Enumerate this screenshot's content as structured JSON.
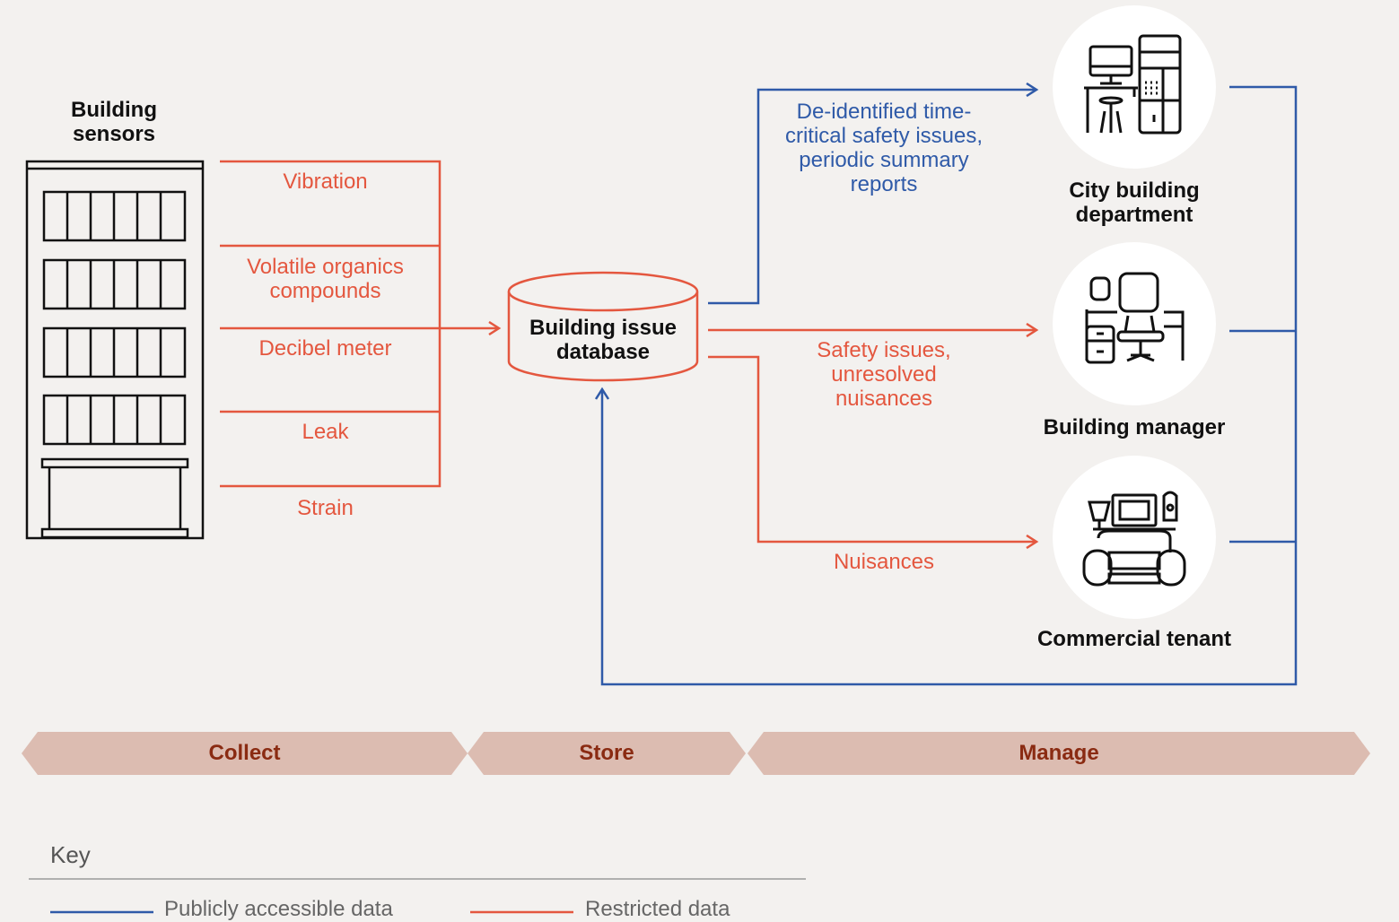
{
  "colors": {
    "restricted": "#e4573f",
    "public": "#2f5aa8",
    "stage_fill": "#dcbcb1",
    "stage_text": "#8a2b12"
  },
  "source": {
    "title": "Building sensors"
  },
  "sensors": [
    "Vibration",
    "Volatile organics compounds",
    "Decibel meter",
    "Leak",
    "Strain"
  ],
  "database": {
    "label": "Building issue database"
  },
  "flows": {
    "city": "De-identified time-critical safety issues, periodic summary reports",
    "manager": "Safety issues, unresolved nuisances",
    "tenant": "Nuisances"
  },
  "recipients": [
    {
      "label": "City building department",
      "icon": "desk-computer-icon"
    },
    {
      "label": "Building manager",
      "icon": "office-chair-icon"
    },
    {
      "label": "Commercial tenant",
      "icon": "sofa-tv-icon"
    }
  ],
  "stages": [
    "Collect",
    "Store",
    "Manage"
  ],
  "key": {
    "title": "Key",
    "public_label": "Publicly accessible data",
    "restricted_label": "Restricted data"
  }
}
